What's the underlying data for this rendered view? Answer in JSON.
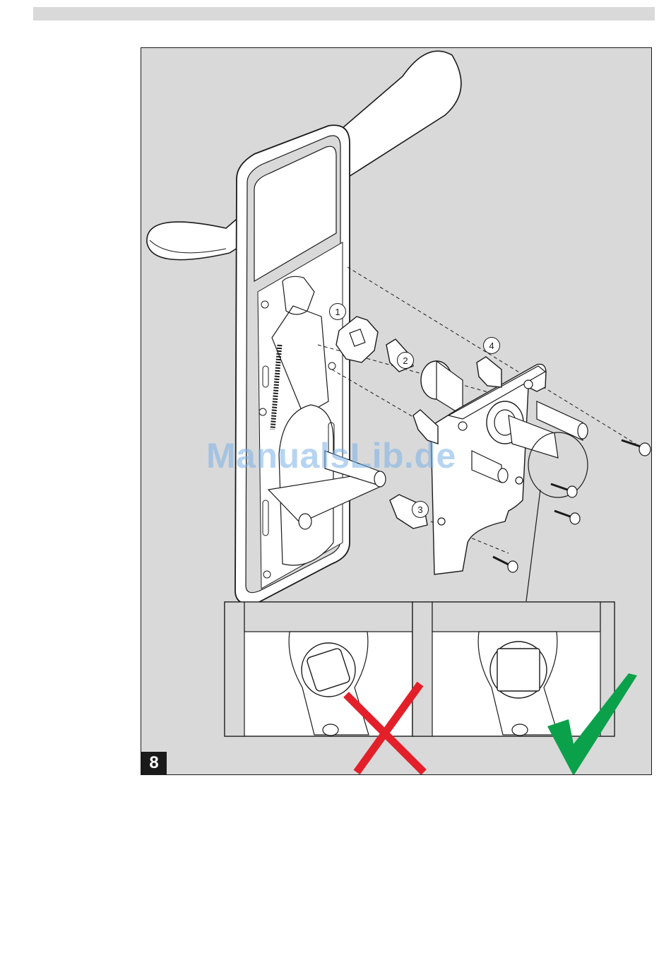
{
  "step": {
    "number": "8"
  },
  "watermark": {
    "text": "ManualsLib.de"
  },
  "callouts": [
    "1",
    "2",
    "3",
    "4"
  ],
  "marks": {
    "wrong": {
      "icon": "red-cross-icon",
      "color": "#e3202a"
    },
    "correct": {
      "icon": "green-check-icon",
      "color": "#0aa14a"
    }
  },
  "colors": {
    "background_panel": "#d9d9d9",
    "header_bar": "#d9d9d9",
    "line": "#1a1a1a"
  }
}
